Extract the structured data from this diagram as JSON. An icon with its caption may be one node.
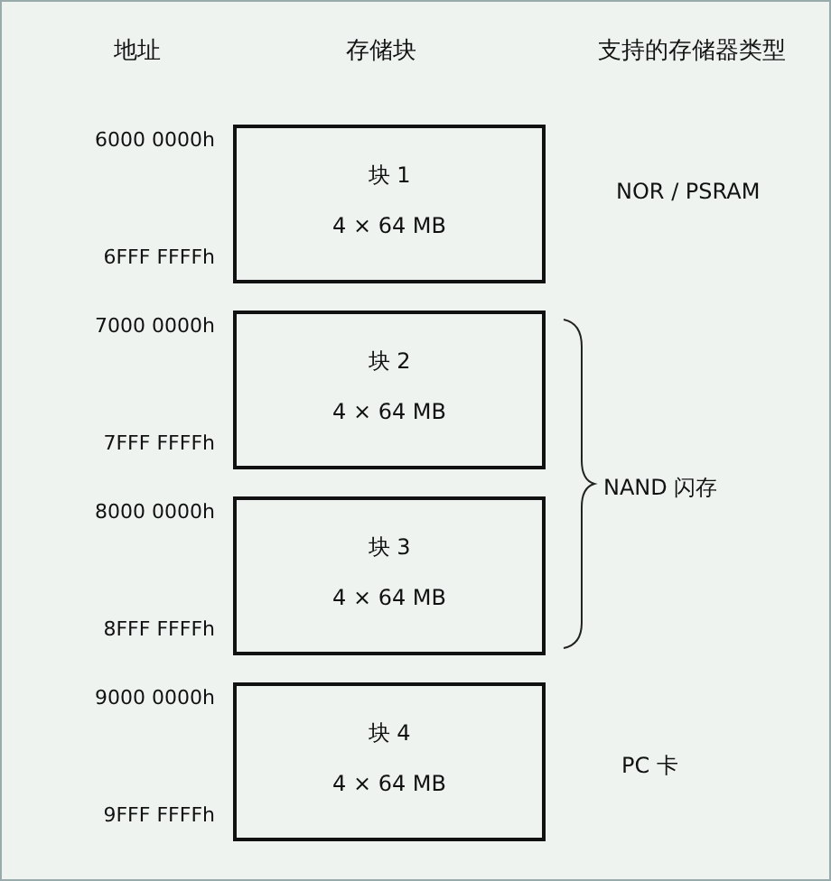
{
  "diagram": {
    "nodes": [
      {
        "text": [
          "块 1",
          "4 × 64 MB"
        ],
        "beside": [
          "6000 0000h",
          "6FFF FFFFh",
          "NOR / PSRAM"
        ]
      },
      {
        "text": [
          "块 2",
          "4 × 64 MB"
        ],
        "beside": [
          "7000 0000h",
          "7FFF FFFFh"
        ]
      },
      {
        "text": [
          "块 3",
          "4 × 64 MB"
        ],
        "beside": [
          "8000 0000h",
          "8FFF FFFFh"
        ]
      },
      {
        "text": [
          "块 4",
          "4 × 64 MB"
        ],
        "beside": [
          "9000 0000h",
          "9FFF FFFFh",
          "PC 卡"
        ]
      }
    ],
    "labels": [
      "地址",
      "存储块",
      "支持的存储器类型",
      "NAND 闪存"
    ]
  }
}
